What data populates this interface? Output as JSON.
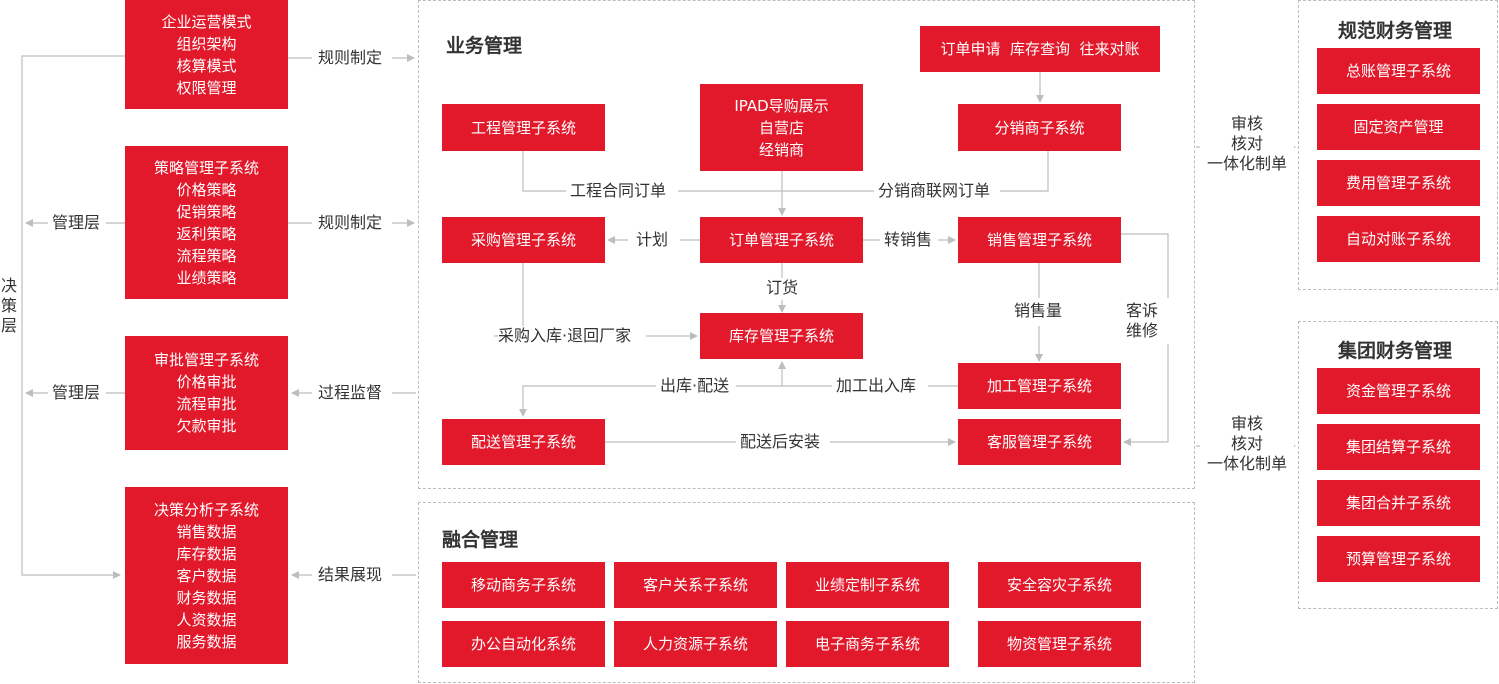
{
  "left": {
    "decision_layer_label": [
      "决",
      "策",
      "层"
    ],
    "manage_layer_1": "管理层",
    "manage_layer_2": "管理层",
    "box1": [
      "企业运营模式",
      "组织架构",
      "核算模式",
      "权限管理"
    ],
    "box2": [
      "策略管理子系统",
      "价格策略",
      "促销策略",
      "返利策略",
      "流程策略",
      "业绩策略"
    ],
    "box3": [
      "审批管理子系统",
      "价格审批",
      "流程审批",
      "欠款审批"
    ],
    "box4": [
      "决策分析子系统",
      "销售数据",
      "库存数据",
      "客户数据",
      "财务数据",
      "人资数据",
      "服务数据"
    ],
    "conn1": "规则制定",
    "conn2": "规则制定",
    "conn3": "过程监督",
    "conn4": "结果展现"
  },
  "business": {
    "title": "业务管理",
    "engineering": "工程管理子系统",
    "ipad": [
      "IPAD导购展示",
      "自营店",
      "经销商"
    ],
    "order_top": "订单申请  库存查询  往来对账",
    "distributor": "分销商子系统",
    "purchase": "采购管理子系统",
    "order": "订单管理子系统",
    "sales": "销售管理子系统",
    "inventory": "库存管理子系统",
    "processing": "加工管理子系统",
    "delivery": "配送管理子系统",
    "service": "客服管理子系统",
    "labels": {
      "eng_contract": "工程合同订单",
      "dist_order": "分销商联网订单",
      "plan": "计划",
      "transfer": "转销售",
      "order_goods": "订货",
      "purchase_in": "采购入库·退回厂家",
      "sales_volume": "销售量",
      "complaint": [
        "客诉",
        "维修"
      ],
      "out_delivery": "出库·配送",
      "process_io": "加工出入库",
      "install": "配送后安装"
    }
  },
  "fusion": {
    "title": "融合管理",
    "items": [
      "移动商务子系统",
      "客户关系子系统",
      "业绩定制子系统",
      "安全容灾子系统",
      "办公自动化系统",
      "人力资源子系统",
      "电子商务子系统",
      "物资管理子系统"
    ]
  },
  "right": {
    "audit_1": [
      "审核",
      "核对",
      "一体化制单"
    ],
    "audit_2": [
      "审核",
      "核对",
      "一体化制单"
    ],
    "finance_title": "规范财务管理",
    "finance_items": [
      "总账管理子系统",
      "固定资产管理",
      "费用管理子系统",
      "自动对账子系统"
    ],
    "group_title": "集团财务管理",
    "group_items": [
      "资金管理子系统",
      "集团结算子系统",
      "集团合并子系统",
      "预算管理子系统"
    ]
  },
  "colors": {
    "accent": "#e2182b",
    "line": "#bdbdbd",
    "text": "#333333"
  }
}
